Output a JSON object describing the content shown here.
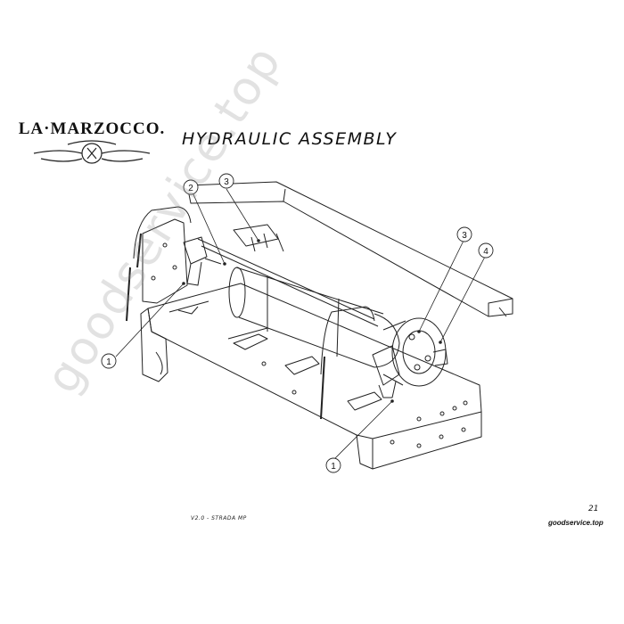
{
  "header": {
    "logo_text": "LA·MARZOCCO.",
    "title": "HYDRAULIC ASSEMBLY"
  },
  "callouts": [
    {
      "label": "1"
    },
    {
      "label": "1"
    },
    {
      "label": "2"
    },
    {
      "label": "3"
    },
    {
      "label": "3"
    },
    {
      "label": "4"
    }
  ],
  "footer": {
    "model": "V2.0 - STRADA MP",
    "page_number": "21",
    "site": "goodservice.top"
  },
  "watermark": "goodservice.top",
  "colors": {
    "line": "#222222",
    "watermark": "#969696"
  }
}
